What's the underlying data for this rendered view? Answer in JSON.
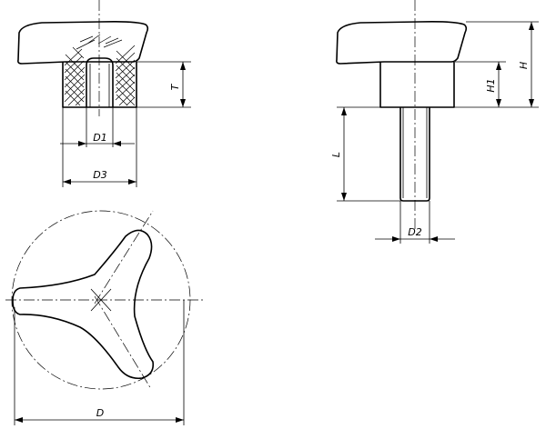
{
  "labels": {
    "t": "T",
    "d1": "D1",
    "d3": "D3",
    "h": "H",
    "h1": "H1",
    "l": "L",
    "d2": "D2",
    "d": "D"
  }
}
